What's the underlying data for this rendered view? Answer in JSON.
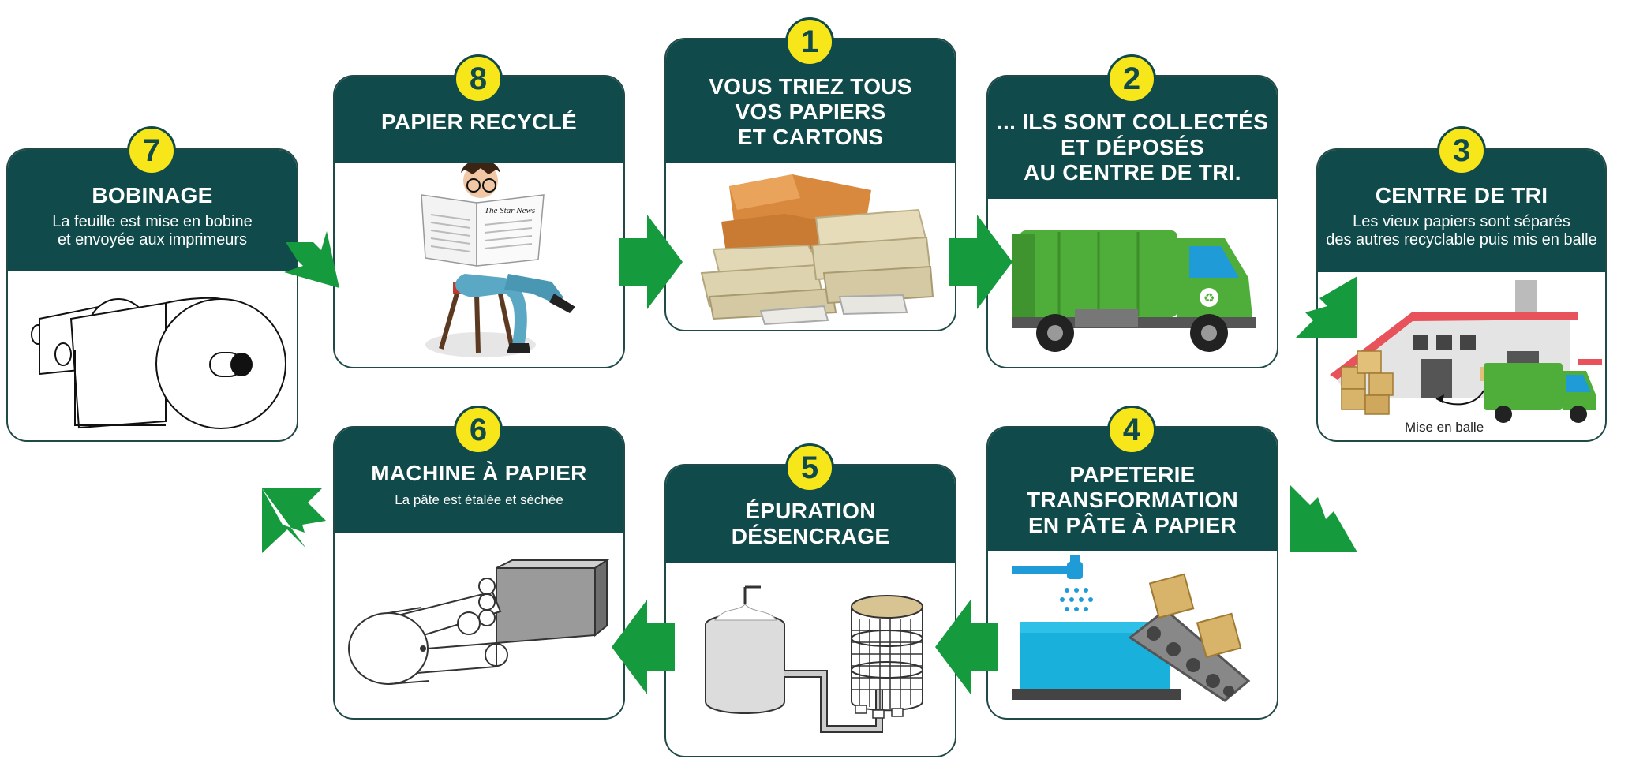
{
  "steps": [
    {
      "number": "1",
      "title": "VOUS TRIEZ TOUS\nVOS PAPIERS\nET CARTONS",
      "subtitle": ""
    },
    {
      "number": "2",
      "title": "... ILS SONT COLLECTÉS\nET DÉPOSÉS\nAU CENTRE DE TRI.",
      "subtitle": ""
    },
    {
      "number": "3",
      "title": "CENTRE DE TRI",
      "subtitle": "Les vieux papiers sont séparés\ndes autres recyclable puis mis en balle",
      "caption": "Mise en balle"
    },
    {
      "number": "4",
      "title": "PAPETERIE\nTRANSFORMATION\nEN PÂTE À PAPIER",
      "subtitle": ""
    },
    {
      "number": "5",
      "title": "ÉPURATION\nDÉSENCRAGE",
      "subtitle": ""
    },
    {
      "number": "6",
      "title": "MACHINE À PAPIER",
      "subtitle": "La pâte est étalée et séchée"
    },
    {
      "number": "7",
      "title": "BOBINAGE",
      "subtitle": "La feuille est mise en bobine\net envoyée aux imprimeurs"
    },
    {
      "number": "8",
      "title": "PAPIER RECYCLÉ",
      "subtitle": ""
    }
  ],
  "newspaper_masthead": "The Star News",
  "colors": {
    "header": "#114a4a",
    "badge": "#f6e61a",
    "arrow": "#159a3e",
    "truck": "#4fae3a"
  },
  "icons": [
    "arrow-right-icon",
    "arrow-left-icon",
    "arrow-diagonal-icon",
    "recycle-icon"
  ]
}
